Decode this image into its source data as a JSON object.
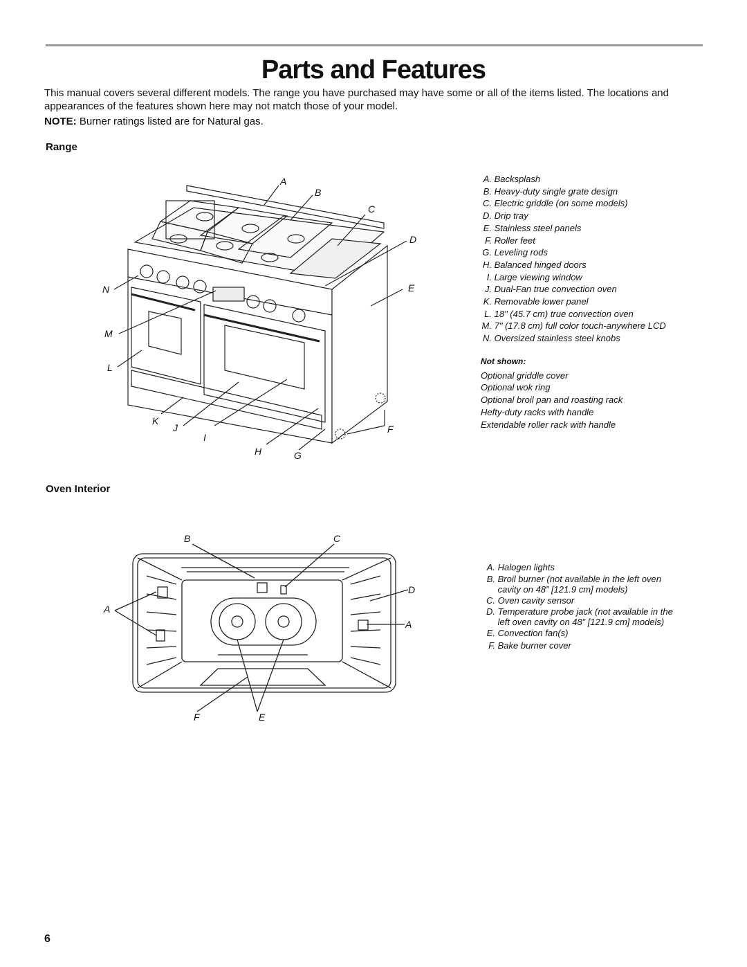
{
  "page": {
    "title": "Parts and Features",
    "intro": "This manual covers several different models. The range you have purchased may have some or all of the items listed. The locations and appearances of the features shown here may not match those of your model.",
    "note_label": "NOTE:",
    "note_text": " Burner ratings listed are for Natural gas.",
    "page_number": "6"
  },
  "range": {
    "heading": "Range",
    "callouts": [
      "A",
      "B",
      "C",
      "D",
      "E",
      "F",
      "G",
      "H",
      "I",
      "J",
      "K",
      "L",
      "M",
      "N"
    ],
    "legend": [
      {
        "key": "A.",
        "text": "Backsplash"
      },
      {
        "key": "B.",
        "text": "Heavy-duty single grate design"
      },
      {
        "key": "C.",
        "text": "Electric griddle (on some models)"
      },
      {
        "key": "D.",
        "text": "Drip tray"
      },
      {
        "key": "E.",
        "text": "Stainless steel panels"
      },
      {
        "key": "F.",
        "text": "Roller feet"
      },
      {
        "key": "G.",
        "text": "Leveling rods"
      },
      {
        "key": "H.",
        "text": "Balanced hinged doors"
      },
      {
        "key": "I.",
        "text": "Large viewing window"
      },
      {
        "key": "J.",
        "text": "Dual-Fan true convection oven"
      },
      {
        "key": "K.",
        "text": "Removable lower panel"
      },
      {
        "key": "L.",
        "text": "18\" (45.7 cm) true convection oven"
      },
      {
        "key": "M.",
        "text": "7\" (17.8 cm) full color touch-anywhere LCD"
      },
      {
        "key": "N.",
        "text": "Oversized stainless steel knobs"
      }
    ],
    "not_shown_heading": "Not shown:",
    "not_shown": [
      "Optional griddle cover",
      "Optional wok ring",
      "Optional broil pan and roasting rack",
      "Hefty-duty racks with handle",
      "Extendable roller rack with handle"
    ]
  },
  "oven_interior": {
    "heading": "Oven Interior",
    "callouts": [
      "A",
      "B",
      "C",
      "D",
      "A",
      "E",
      "F"
    ],
    "legend": [
      {
        "key": "A.",
        "text": "Halogen lights"
      },
      {
        "key": "B.",
        "text": "Broil burner (not available in the left oven"
      },
      {
        "key": "",
        "text": "cavity on 48” [121.9 cm] models)"
      },
      {
        "key": "C.",
        "text": "Oven cavity sensor"
      },
      {
        "key": "D.",
        "text": "Temperature probe jack (not available in the"
      },
      {
        "key": "",
        "text": "left oven cavity on 48” [121.9 cm] models)"
      },
      {
        "key": "E.",
        "text": "Convection fan(s)"
      },
      {
        "key": "F.",
        "text": "Bake burner cover"
      }
    ]
  }
}
